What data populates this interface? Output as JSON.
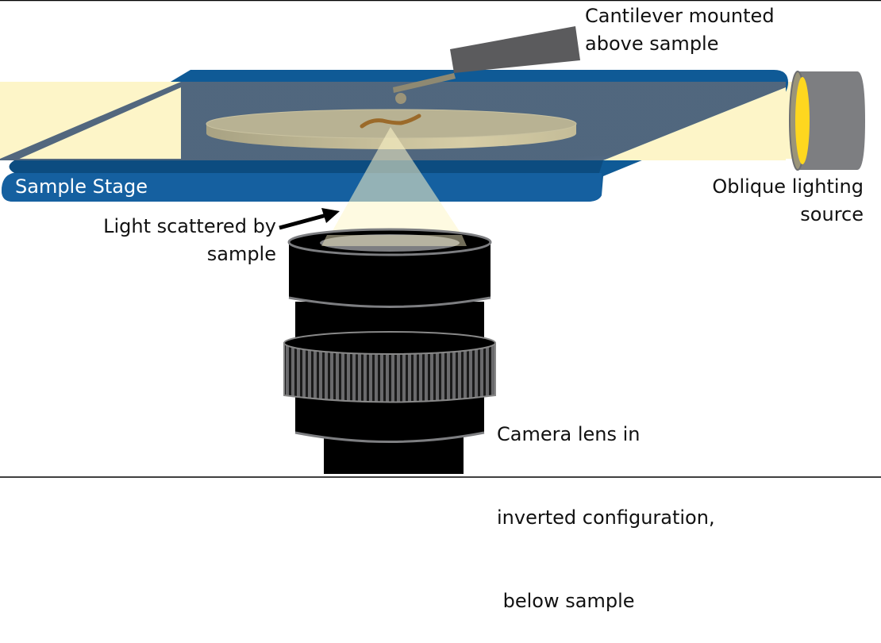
{
  "diagram": {
    "labels": {
      "cantilever": [
        "Cantilever mounted",
        "above sample"
      ],
      "stage": "Sample Stage",
      "light_source": [
        "Oblique lighting",
        "source"
      ],
      "scattered": [
        "Light scattered by",
        "sample"
      ],
      "camera": [
        "Camera lens in",
        "inverted configuration,",
        " below sample"
      ]
    },
    "colors": {
      "stage_blue": "#0f5a96",
      "stage_top": "#52677e",
      "light_beam": "#fdf5c8",
      "sample_dish": "#b8b293",
      "worm": "#9b6a2a",
      "cantilever": "#5b5b5d",
      "lamp_body": "#7d7e81",
      "lamp_glow": "#fed71f",
      "lens_body": "#000000",
      "lens_rim": "#7d7e81"
    }
  }
}
